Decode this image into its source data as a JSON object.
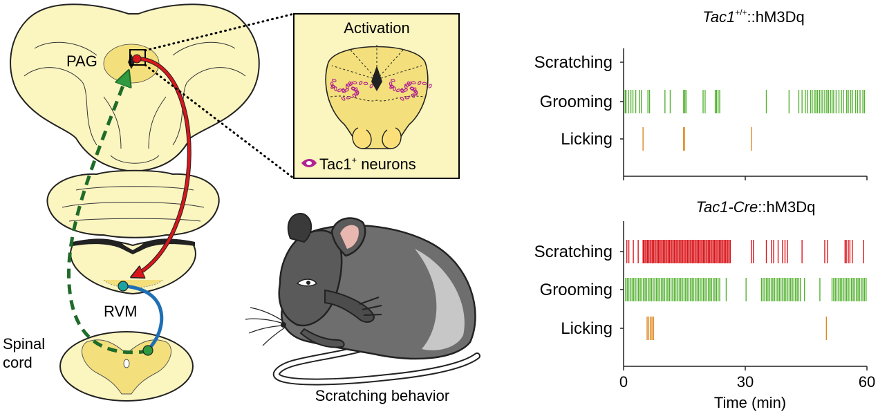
{
  "diagram": {
    "labels": {
      "pag": "PAG",
      "rvm": "RVM",
      "spinal_1": "Spinal",
      "spinal_2": "cord",
      "activation": "Activation",
      "tac1_neurons": "Tac1",
      "tac1_neurons_sup": "+",
      "tac1_neurons_suffix": " neurons",
      "scratching_behavior": "Scratching behavior"
    },
    "colors": {
      "brain_fill": "#fbf5c0",
      "brain_stroke": "#222222",
      "pag_fill": "#f3df7c",
      "inset_bg": "#fbf5c0",
      "inset_pag": "#f3df7c",
      "red_arrow": "#d9161c",
      "green_dash": "#1f6b2a",
      "blue_path": "#1e6fb5",
      "node_green": "#2f9a3f",
      "neuron_magenta": "#b12290",
      "mouse_body": "#6b6b6b",
      "mouse_dark": "#3a3a3a"
    },
    "icons": [
      "tac1-neuron-icon",
      "mouse-illustration"
    ]
  },
  "chart_data": [
    {
      "type": "event_raster",
      "title_italic": "Tac1",
      "title_sup": "+/+",
      "title_rest": "::hM3Dq",
      "xlim": [
        0,
        60
      ],
      "xticks": [
        0,
        30,
        60
      ],
      "rows": [
        {
          "name": "Scratching",
          "color": "#d9161c",
          "events": []
        },
        {
          "name": "Grooming",
          "color": "#55b232",
          "events": [
            0.4,
            0.6,
            1.2,
            1.8,
            2.3,
            3.0,
            3.9,
            4.4,
            6.0,
            6.4,
            10.2,
            11.5,
            14.8,
            15.1,
            15.4,
            19.6,
            20.1,
            22.6,
            22.9,
            23.3,
            23.7,
            35.2,
            40.8,
            43.2,
            44.0,
            44.8,
            45.4,
            46.1,
            46.5,
            47.0,
            47.4,
            47.8,
            48.3,
            48.7,
            49.1,
            49.6,
            50.1,
            50.5,
            51.0,
            51.4,
            51.8,
            52.4,
            53.1,
            53.7,
            54.2,
            55.0,
            55.4,
            56.0,
            56.4,
            57.2,
            57.7,
            58.3,
            59.0,
            59.4
          ]
        },
        {
          "name": "Licking",
          "color": "#e0871f",
          "events": [
            4.8,
            14.8,
            15.0,
            31.5
          ]
        }
      ]
    },
    {
      "type": "event_raster",
      "title_italic": "Tac1-Cre",
      "title_sup": "",
      "title_rest": "::hM3Dq",
      "xlim": [
        0,
        60
      ],
      "xticks": [
        0,
        30,
        60
      ],
      "xlabel": "Time (min)",
      "rows": [
        {
          "name": "Scratching",
          "color": "#d9161c",
          "events": [
            0.8,
            1.3,
            2.4,
            3.6,
            4.8,
            5.0,
            5.3,
            5.6,
            5.9,
            6.2,
            6.5,
            6.8,
            7.1,
            7.4,
            7.7,
            8.0,
            8.3,
            8.6,
            8.9,
            9.2,
            9.5,
            9.8,
            10.1,
            10.4,
            10.7,
            11.0,
            11.3,
            11.6,
            11.9,
            12.2,
            12.5,
            12.8,
            13.1,
            13.4,
            13.7,
            14.0,
            14.3,
            14.6,
            14.9,
            15.2,
            15.5,
            15.8,
            16.1,
            16.4,
            16.7,
            17.0,
            17.3,
            17.6,
            17.9,
            18.2,
            18.5,
            18.8,
            19.1,
            19.4,
            19.7,
            20.0,
            20.3,
            20.6,
            20.9,
            21.2,
            21.5,
            21.8,
            22.1,
            22.4,
            22.7,
            23.0,
            23.3,
            23.6,
            23.9,
            24.2,
            24.5,
            24.8,
            25.1,
            25.4,
            25.7,
            26.0,
            26.3,
            31.5,
            32.0,
            35.2,
            36.5,
            37.0,
            38.1,
            39.2,
            39.8,
            40.4,
            44.0,
            49.6,
            50.3,
            54.6,
            54.9,
            55.4,
            55.8,
            56.4,
            59.2
          ]
        },
        {
          "name": "Grooming",
          "color": "#55b232",
          "events": [
            0.5,
            0.9,
            1.3,
            1.7,
            2.1,
            2.5,
            2.9,
            3.3,
            3.7,
            4.1,
            4.5,
            4.9,
            5.3,
            5.7,
            6.1,
            6.5,
            6.9,
            7.3,
            7.7,
            8.1,
            8.5,
            8.9,
            9.3,
            9.7,
            10.1,
            10.5,
            10.9,
            11.3,
            11.7,
            12.1,
            12.5,
            12.9,
            13.3,
            13.7,
            14.1,
            14.5,
            14.9,
            15.3,
            15.7,
            16.1,
            16.5,
            16.9,
            17.3,
            17.7,
            18.1,
            18.5,
            18.9,
            19.3,
            19.7,
            20.1,
            20.5,
            20.9,
            21.3,
            21.7,
            22.1,
            22.5,
            22.9,
            23.3,
            23.7,
            25.3,
            30.2,
            34.0,
            34.4,
            34.8,
            35.2,
            35.6,
            36.0,
            36.4,
            36.8,
            37.2,
            37.6,
            38.0,
            38.4,
            38.8,
            39.2,
            39.6,
            40.0,
            40.4,
            40.8,
            41.2,
            41.6,
            42.0,
            42.4,
            42.8,
            43.2,
            43.6,
            44.6,
            48.4,
            51.4,
            51.8,
            52.2,
            52.6,
            53.0,
            53.4,
            53.8,
            54.2,
            54.6,
            55.0,
            55.4,
            55.8,
            56.2,
            56.6,
            57.0,
            57.4,
            57.8,
            58.2,
            58.6,
            59.0,
            59.4,
            59.8
          ]
        },
        {
          "name": "Licking",
          "color": "#e0871f",
          "events": [
            5.8,
            6.2,
            6.6,
            7.0,
            7.4,
            50.0
          ]
        }
      ]
    }
  ]
}
